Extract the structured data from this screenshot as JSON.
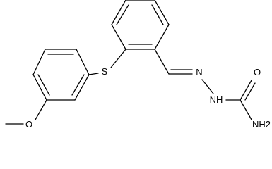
{
  "structure": {
    "atoms": {
      "methoxy_oxygen": "O",
      "thioether_sulfur": "S",
      "hydrazone_nitrogen": "N",
      "amide_nitrogen": "NH",
      "carbonyl_oxygen": "O",
      "amine": "NH2"
    }
  }
}
